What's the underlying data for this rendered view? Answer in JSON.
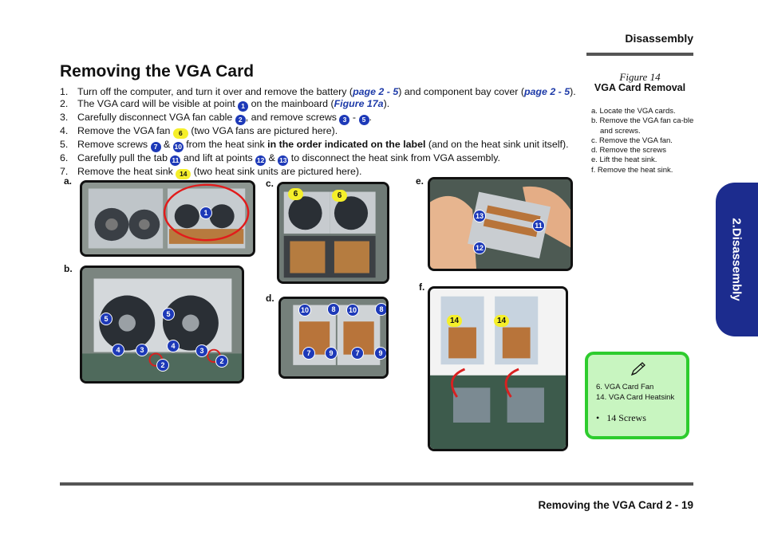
{
  "header": {
    "section": "Disassembly"
  },
  "title": "Removing the VGA Card",
  "steps": [
    {
      "num": "1.",
      "a": "Turn off the computer, and turn it over and remove the battery (",
      "link1": "page 2 - 5",
      "b": ") and component bay cover (",
      "link2": "page 2 - 5",
      "c": ")."
    },
    {
      "num": "2.",
      "a": "The VGA card will be visible at point",
      "badge": "1",
      "b": "on the mainboard (",
      "link": "Figure 17a",
      "c": ")."
    },
    {
      "num": "3.",
      "a": "Carefully disconnect VGA fan cable",
      "badge1": "2",
      "b": ", and remove screws",
      "badge2": "3",
      "c": "-",
      "badge3": "5",
      "d": "."
    },
    {
      "num": "4.",
      "a": "Remove the VGA fan",
      "badge": "6",
      "b": "(two VGA fans are pictured here)."
    },
    {
      "num": "5.",
      "a": "Remove screws",
      "badge1": "7",
      "b": "&",
      "badge2": "10",
      "c": "from the heat sink",
      "bold": "in the order indicated on the label",
      "d": "(and on the heat sink unit itself)."
    },
    {
      "num": "6.",
      "a": "Carefully pull the tab",
      "badge1": "11",
      "b": "and lift at points",
      "badge2": "12",
      "c": "&",
      "badge3": "13",
      "d": "to disconnect the heat sink from VGA assembly."
    },
    {
      "num": "7.",
      "a": "Remove the heat sink",
      "badge": "14",
      "b": "(two heat sink units are pictured here)."
    }
  ],
  "figure": {
    "number": "Figure 14",
    "title": "VGA Card Removal",
    "captions": [
      "a. Locate the VGA cards.",
      "b. Remove the VGA fan ca-ble and screws.",
      "c. Remove the  VGA fan.",
      "d. Remove the screws",
      "e. Lift the heat sink.",
      "f.  Remove the heat sink."
    ]
  },
  "panels": {
    "a": {
      "label": "a.",
      "markers": [
        "1"
      ]
    },
    "b": {
      "label": "b.",
      "markers": [
        "5",
        "5",
        "4",
        "3",
        "4",
        "3",
        "2",
        "2"
      ]
    },
    "c": {
      "label": "c.",
      "markers": [
        "6",
        "6"
      ]
    },
    "d": {
      "label": "d.",
      "markers": [
        "10",
        "8",
        "10",
        "8",
        "7",
        "9",
        "7",
        "9"
      ]
    },
    "e": {
      "label": "e.",
      "markers": [
        "13",
        "11",
        "12"
      ]
    },
    "f": {
      "label": "f.",
      "markers": [
        "14",
        "14"
      ]
    }
  },
  "side_tab": "2.Disassembly",
  "note": {
    "items": [
      "6.   VGA Card Fan",
      "14. VGA Card Heatsink"
    ],
    "bullet": "14 Screws"
  },
  "footer": {
    "text": "Removing the VGA Card  2  -  19"
  }
}
